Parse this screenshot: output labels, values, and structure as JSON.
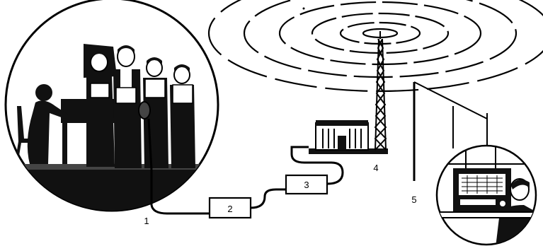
{
  "labels": {
    "microphone": "1",
    "amplifier": "2",
    "line_amplifier": "3",
    "transmitter": "4",
    "receiving_antenna": "5"
  },
  "figure": {
    "style": "black-and-white line illustration",
    "colors": {
      "ink": "#000000",
      "paper": "#ffffff"
    }
  }
}
